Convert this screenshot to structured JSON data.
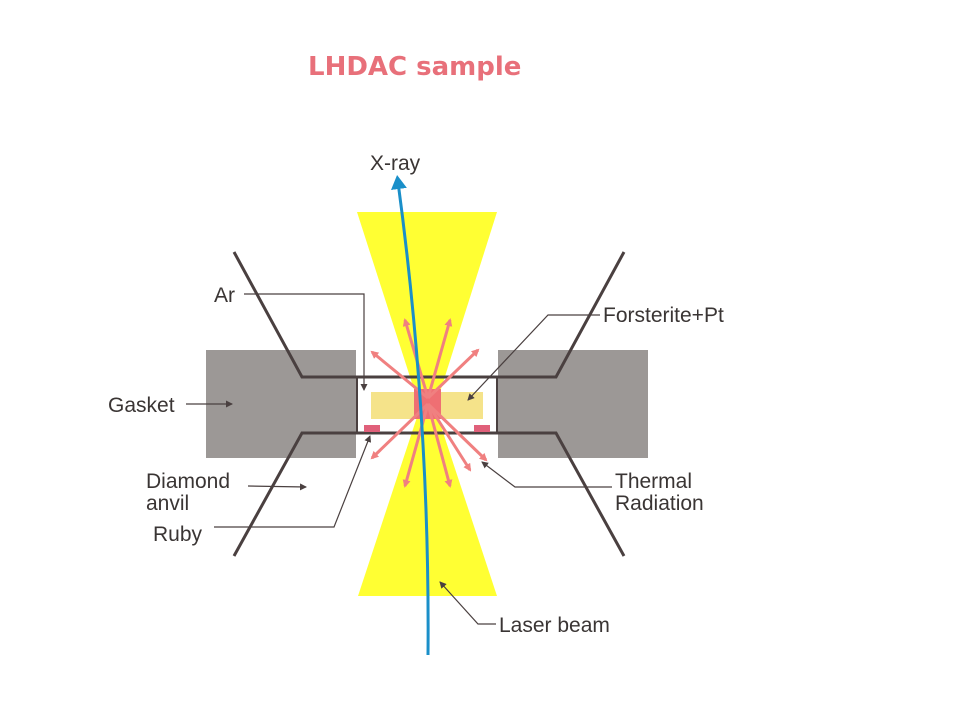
{
  "title": "LHDAC sample",
  "labels": {
    "xray": "X-ray",
    "ar": "Ar",
    "forsterite": "Forsterite+Pt",
    "gasket": "Gasket",
    "diamond_line1": "Diamond",
    "diamond_line2": "anvil",
    "ruby": "Ruby",
    "thermal_line1": "Thermal",
    "thermal_line2": "Radiation",
    "laser": "Laser beam"
  },
  "colors": {
    "title": "#e8707a",
    "laser": "#ffff33",
    "xray": "#1a8fc9",
    "gasket": "#9c9896",
    "sample": "#f5e38a",
    "platinum": "#ef6f73",
    "ruby": "#e0607a",
    "radiation": "#f08080",
    "outline": "#4a4040"
  }
}
